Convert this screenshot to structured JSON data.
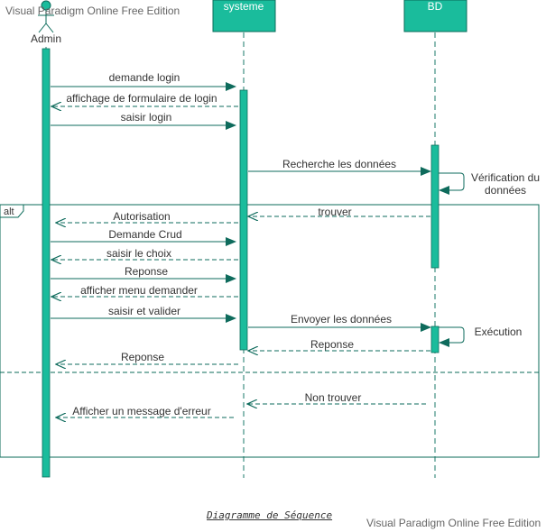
{
  "watermark": "Visual Paradigm Online Free Edition",
  "caption": "Diagramme de Séquence",
  "colors": {
    "accent": "#1abc9c",
    "dark": "#0b6b5a",
    "arrow": "#0e6b5c",
    "text": "#333333"
  },
  "participants": {
    "admin": "Admin",
    "systeme": "systeme",
    "bd": "BD"
  },
  "fragment": {
    "operator": "alt"
  },
  "messages": {
    "m1": "demande login",
    "m2": "affichage de formulaire de login",
    "m3": "saisir login",
    "m4": "Recherche les données",
    "m5": "Vérification du",
    "m5b": "données",
    "m6": "trouver",
    "m7": "Autorisation",
    "m8": "Demande Crud",
    "m9": "saisir le choix",
    "m10": "Reponse",
    "m11": "afficher menu demander",
    "m12": "saisir et valider",
    "m13": "Envoyer les données",
    "m14": "Exécution",
    "m15": "Reponse",
    "m16": "Reponse",
    "m17": "Non trouver",
    "m18": "Afficher un message d'erreur"
  }
}
